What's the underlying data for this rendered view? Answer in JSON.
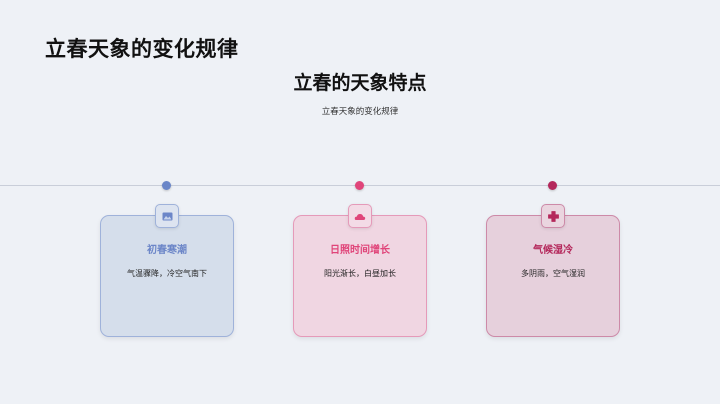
{
  "header": {
    "title": "立春天象的变化规律"
  },
  "section": {
    "title": "立春的天象特点",
    "subtitle": "立春天象的变化规律"
  },
  "cards": [
    {
      "title": "初春寒潮",
      "description": "气温骤降，冷空气南下",
      "icon": "image-icon",
      "accent": "#6c86c8",
      "bg": "#d5deeb",
      "border": "#9fb2da"
    },
    {
      "title": "日照时间增长",
      "description": "阳光渐长，白昼加长",
      "icon": "sun-cloud-icon",
      "accent": "#e0457a",
      "bg": "#f0d6e2",
      "border": "#e59ab9"
    },
    {
      "title": "气候湿冷",
      "description": "多阴雨，空气湿润",
      "icon": "medical-cross-icon",
      "accent": "#b4285b",
      "bg": "#e6d0dc",
      "border": "#cd8aa8"
    }
  ]
}
